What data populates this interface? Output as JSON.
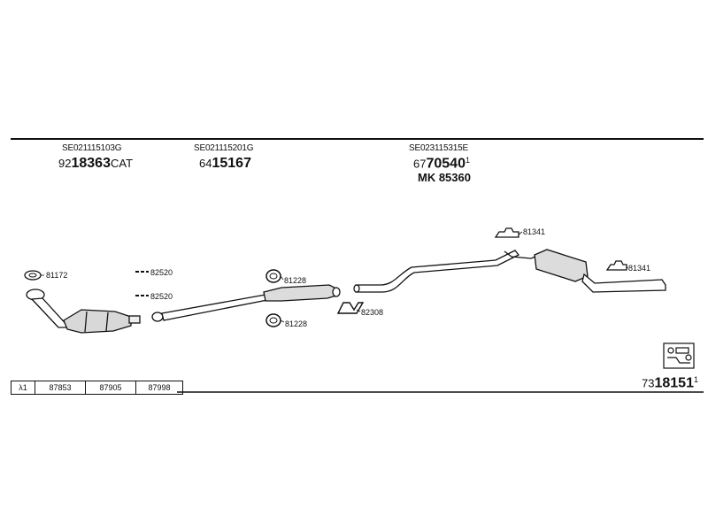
{
  "groups": [
    {
      "code": "SE021115103G",
      "ref_prefix": "92",
      "ref_main": "18363",
      "ref_suffix": "CAT"
    },
    {
      "code": "SE021115201G",
      "ref_prefix": "64",
      "ref_main": "15167",
      "ref_suffix": ""
    },
    {
      "code": "SE023115315E",
      "ref_prefix": "67",
      "ref_main": "70540",
      "ref_suffix": "1",
      "extra": "MK  85360"
    }
  ],
  "parts": {
    "gasket_front": "81172",
    "clamp_top": "82520",
    "clamp_bottom": "82520",
    "ring_top": "81228",
    "ring_bottom": "81228",
    "bracket_mid": "82308",
    "hanger_top": "81341",
    "hanger_right": "81341"
  },
  "legend_strip": [
    "λ1",
    "87853",
    "87905",
    "87998"
  ],
  "final_ref": {
    "prefix": "73",
    "main": "18151",
    "suffix": "1"
  }
}
